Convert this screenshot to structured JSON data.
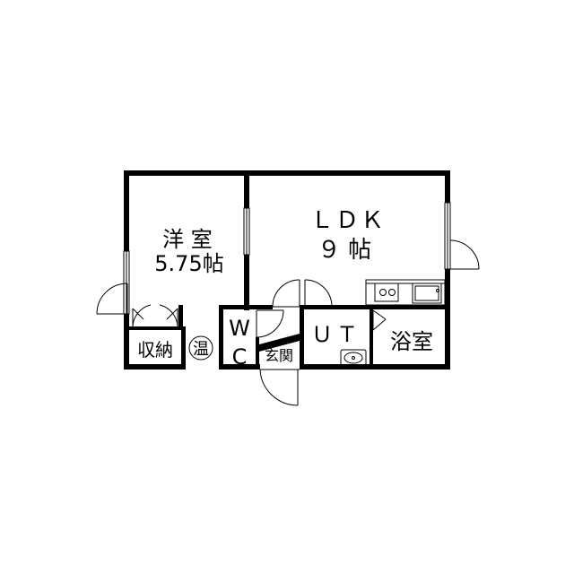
{
  "rooms": {
    "western": {
      "name": "洋 室",
      "size": "5.75帖"
    },
    "ldk": {
      "name": "ＬＤＫ",
      "size": "９ 帖"
    },
    "storage": {
      "name": "収納"
    },
    "water_heater": {
      "name": "温"
    },
    "wc": {
      "line1": "W",
      "line2": "C"
    },
    "entrance": {
      "name": "玄関"
    },
    "utility": {
      "name": "ＵＴ"
    },
    "bath": {
      "name": "浴室"
    }
  },
  "colors": {
    "wall": "#000000",
    "background": "#ffffff",
    "fixture": "#555555"
  }
}
